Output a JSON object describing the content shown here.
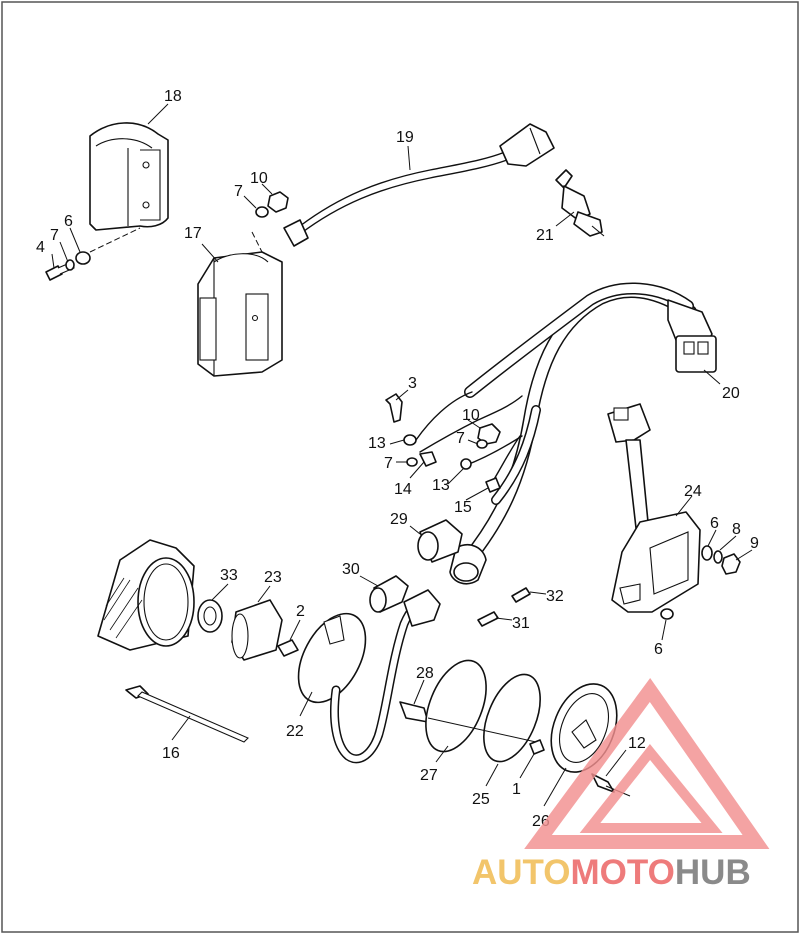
{
  "callouts": [
    {
      "id": "18",
      "text": "18"
    },
    {
      "id": "19",
      "text": "19"
    },
    {
      "id": "10a",
      "text": "10"
    },
    {
      "id": "7a",
      "text": "7"
    },
    {
      "id": "17",
      "text": "17"
    },
    {
      "id": "21",
      "text": "21"
    },
    {
      "id": "4",
      "text": "4"
    },
    {
      "id": "7b",
      "text": "7"
    },
    {
      "id": "6a",
      "text": "6"
    },
    {
      "id": "20",
      "text": "20"
    },
    {
      "id": "3",
      "text": "3"
    },
    {
      "id": "10b",
      "text": "10"
    },
    {
      "id": "13a",
      "text": "13"
    },
    {
      "id": "7c",
      "text": "7"
    },
    {
      "id": "7d",
      "text": "7"
    },
    {
      "id": "14",
      "text": "14"
    },
    {
      "id": "13b",
      "text": "13"
    },
    {
      "id": "15",
      "text": "15"
    },
    {
      "id": "24",
      "text": "24"
    },
    {
      "id": "29",
      "text": "29"
    },
    {
      "id": "6b",
      "text": "6"
    },
    {
      "id": "8",
      "text": "8"
    },
    {
      "id": "9",
      "text": "9"
    },
    {
      "id": "30",
      "text": "30"
    },
    {
      "id": "33",
      "text": "33"
    },
    {
      "id": "23",
      "text": "23"
    },
    {
      "id": "32",
      "text": "32"
    },
    {
      "id": "2",
      "text": "2"
    },
    {
      "id": "31",
      "text": "31"
    },
    {
      "id": "6c",
      "text": "6"
    },
    {
      "id": "28",
      "text": "28"
    },
    {
      "id": "16",
      "text": "16"
    },
    {
      "id": "22",
      "text": "22"
    },
    {
      "id": "12",
      "text": "12"
    },
    {
      "id": "27",
      "text": "27"
    },
    {
      "id": "1",
      "text": "1"
    },
    {
      "id": "25",
      "text": "25"
    },
    {
      "id": "26",
      "text": "26"
    }
  ],
  "watermark": {
    "part1": "AUTO",
    "part2": "MOTO",
    "part3": "HUB",
    "color_auto": "#f2c56b",
    "color_moto": "#ee7b7b",
    "color_hub": "#8a8a8a"
  }
}
